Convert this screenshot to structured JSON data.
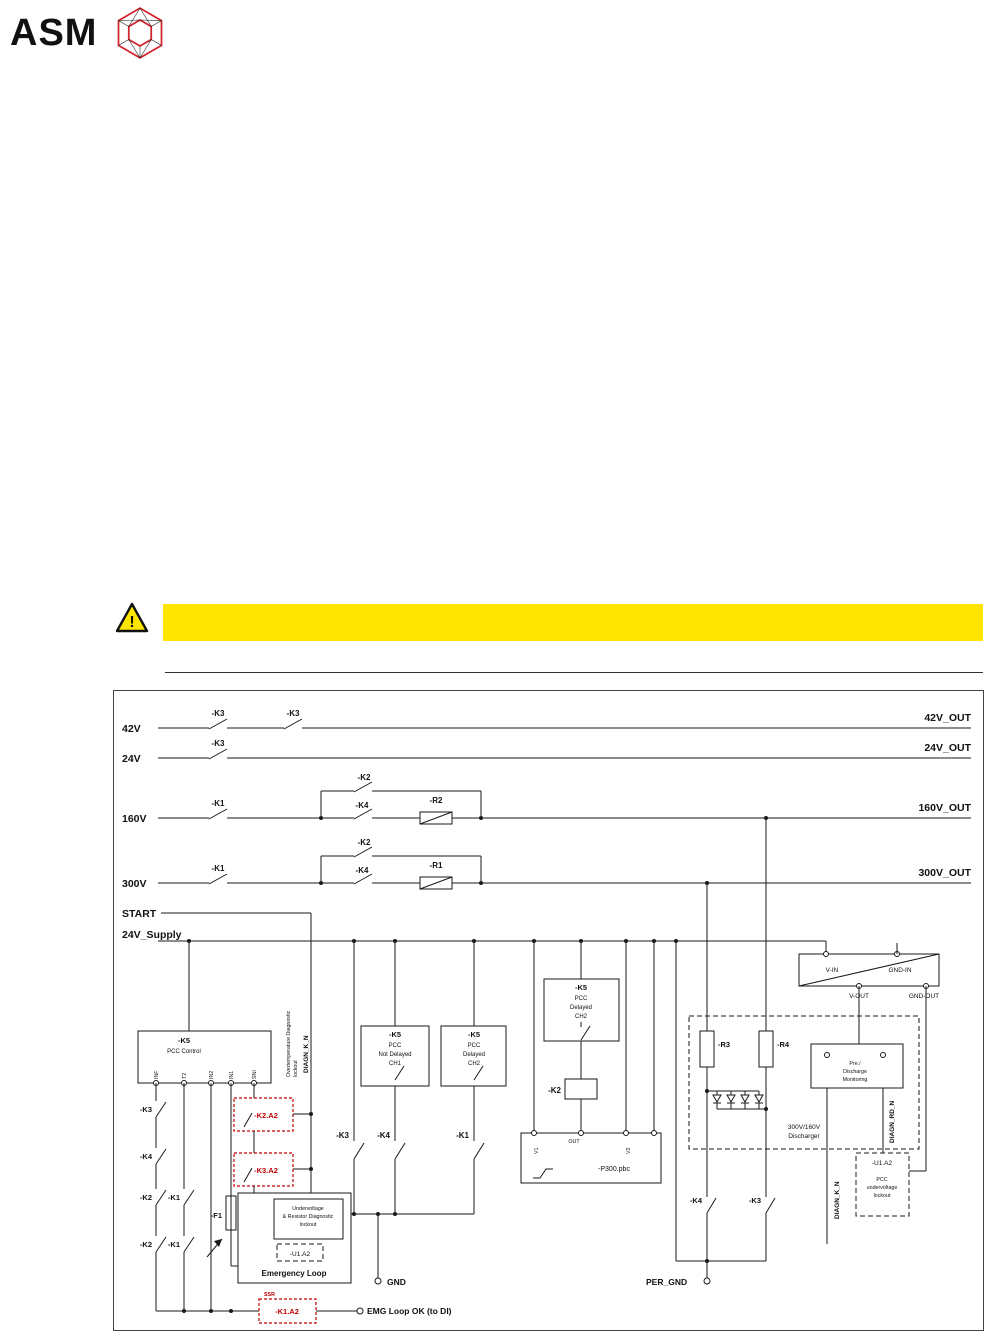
{
  "header": {
    "logo_text": "ASM"
  },
  "warning": {
    "icon": "warning-triangle-icon",
    "bar_color": "#FFE600",
    "text": ""
  },
  "schematic": {
    "rails": {
      "v42": {
        "name": "42V",
        "out": "42V_OUT",
        "c1": "-K3",
        "c2": "-K3"
      },
      "v24": {
        "name": "24V",
        "out": "24V_OUT",
        "c1": "-K3"
      },
      "v160": {
        "name": "160V",
        "out": "160V_OUT",
        "k1": "-K1",
        "k2": "-K2",
        "k4": "-K4",
        "r": "-R2"
      },
      "v300": {
        "name": "300V",
        "out": "300V_OUT",
        "k1": "-K1",
        "k2": "-K2",
        "k4": "-K4",
        "r": "-R1"
      }
    },
    "start_label": "START",
    "supply_label": "24V_Supply",
    "converter": {
      "v_in": "V-IN",
      "gnd_in": "GND-IN",
      "v_out": "V-OUT",
      "gnd_out": "GND-OUT"
    },
    "k5_top": {
      "tag": "-K5",
      "l1": "PCC",
      "l2": "Delayed",
      "l3": "CH2"
    },
    "k5_nd": {
      "tag": "-K5",
      "l1": "PCC",
      "l2": "Not Delayed",
      "l3": "CH1"
    },
    "k5_d": {
      "tag": "-K5",
      "l1": "PCC",
      "l2": "Delayed",
      "l3": "CH2"
    },
    "pcc_control": {
      "tag": "-K5",
      "sub": "PCC Control",
      "t1": "INF",
      "t2": "T2",
      "t3": "IN2",
      "t4": "IN1",
      "t5": "SNI"
    },
    "overtemp_l1": "Overtemperature Diagnostic",
    "overtemp_l2": "lockout",
    "diagn_k_n_left": "DIAGN_K_N",
    "diagn_k_n_right": "DIAGN_K_N",
    "diagn_rd_n": "DIAGN_RD_N",
    "red": {
      "k2a2": "-K2.A2",
      "k3a2": "-K3.A2",
      "k1a2": "-K1.A2",
      "ssr": "SSR"
    },
    "left_contacts": {
      "k3": "-K3",
      "k4": "-K4",
      "k2a": "-K2",
      "k1a": "-K1",
      "k2b": "-K2",
      "k1b": "-K1"
    },
    "fuse": "-F1",
    "uv_lockout": {
      "l1": "Undervoltage",
      "l2": "& Resistor Diagnostic",
      "l3": "lockout",
      "tag": "-U1.A2"
    },
    "emergency_label": "Emergency Loop",
    "k2_coil": "-K2",
    "mid_contacts": {
      "k3": "-K3",
      "k4": "-K4",
      "k1": "-K1"
    },
    "p300": {
      "v1": "V1",
      "out": "OUT",
      "v2": "V2",
      "tag": "-P300.pbc"
    },
    "gnd_label": "GND",
    "per_gnd_label": "PER_GND",
    "emg_label": "EMG Loop OK (to DI)",
    "discharger": {
      "r3": "-R3",
      "r4": "-R4",
      "t1": "300V/160V",
      "t2": "Discharger"
    },
    "monitor": {
      "l1": "Pre./",
      "l2": "Discharge",
      "l3": "Monitoring"
    },
    "u1a2_right": {
      "tag": "-U1.A2",
      "l1": "PCC",
      "l2": "undervoltage",
      "l3": "lockout"
    },
    "right_contacts": {
      "k4": "-K4",
      "k3": "-K3"
    }
  },
  "colors": {
    "accent_red": "#C00000",
    "warning_yellow": "#FFE600",
    "logo_red": "#D2232A"
  }
}
